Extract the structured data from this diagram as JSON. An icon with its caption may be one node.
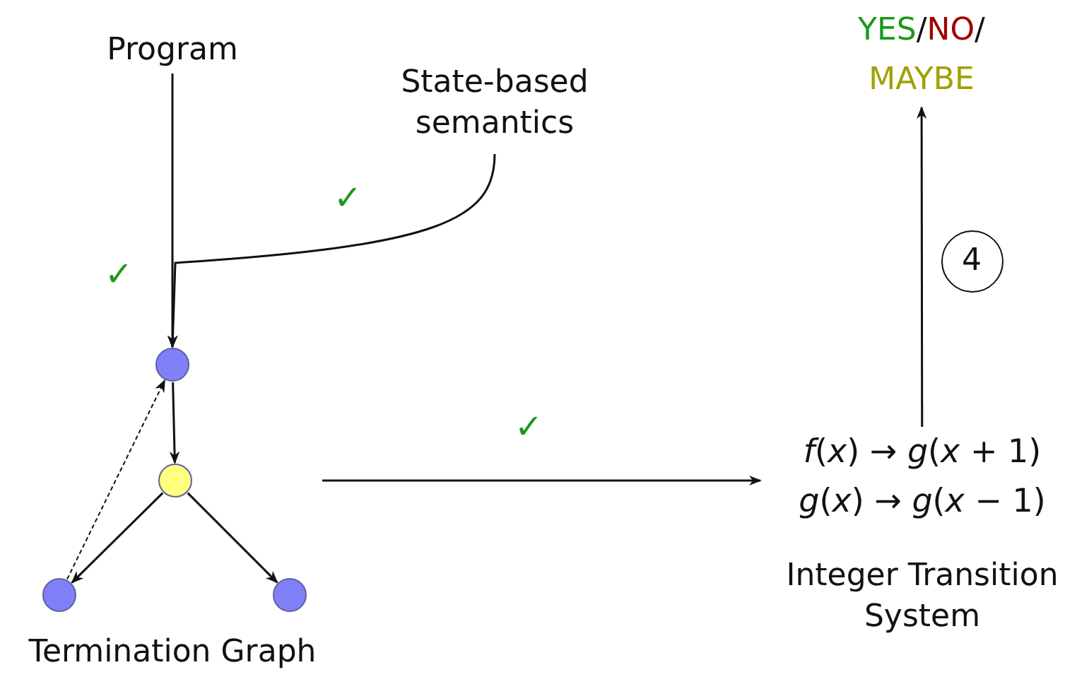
{
  "diagram": {
    "nodes": [
      {
        "text": [
          "Program"
        ]
      },
      {
        "text": [
          "State-based semantics"
        ]
      },
      {
        "text": [
          "Termination Graph"
        ]
      },
      {
        "text": [],
        "shape": "circle",
        "in": 2
      },
      {
        "text": [],
        "shape": "circle",
        "in": 2
      },
      {
        "text": [],
        "shape": "circle",
        "in": 2
      },
      {
        "text": [],
        "shape": "circle",
        "in": 2
      },
      {
        "text": [
          "*f*(*x*) → *g*(*x* + 1)",
          "*g*(*x*) → *g*(*x* − 1)",
          "Integer Transition System"
        ]
      },
      {
        "text": [
          "YES",
          "/",
          "NO",
          "/",
          "MAYBE"
        ]
      },
      {
        "text": [
          "4"
        ]
      }
    ],
    "edges": [
      {
        "from": 0,
        "to": 3,
        "arrow": "to"
      },
      {
        "from": 1,
        "to": 3,
        "arrow": "to"
      },
      {
        "from": 3,
        "to": 4,
        "arrow": "to"
      },
      {
        "from": 4,
        "to": 5,
        "arrow": "to"
      },
      {
        "from": 4,
        "to": 6,
        "arrow": "to"
      },
      {
        "from": 5,
        "to": 3,
        "arrow": "to",
        "style": "dashed"
      },
      {
        "from": 2,
        "to": 7,
        "arrow": "to"
      },
      {
        "from": 7,
        "to": 8,
        "arrow": "to"
      }
    ],
    "labels": [
      "✓",
      "✓",
      "✓"
    ]
  }
}
